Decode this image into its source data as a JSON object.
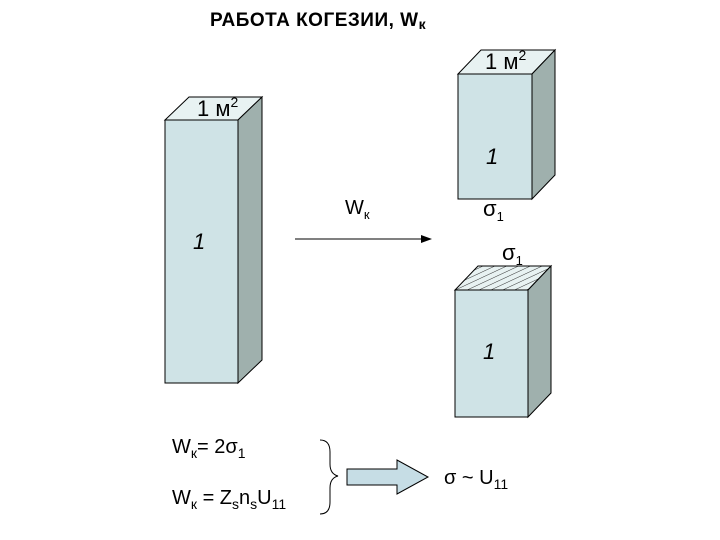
{
  "title": {
    "text": "РАБОТА КОГЕЗИИ, W",
    "sub": "к"
  },
  "left_block": {
    "area_main": "1 м",
    "area_sup": "2",
    "index": "1"
  },
  "right_top_block": {
    "area_main": "1 м",
    "area_sup": "2",
    "index": "1",
    "sigma": "σ",
    "sigma_sub": "1"
  },
  "right_bottom_block": {
    "index": "1",
    "sigma": "σ",
    "sigma_sub": "1"
  },
  "arrow_label": {
    "main": "W",
    "sub": "к"
  },
  "formulas": {
    "f1": {
      "w": "W",
      "w_sub": "к",
      "rest": "= 2σ",
      "rest_sub": "1"
    },
    "f2": {
      "w": "W",
      "w_sub": "к",
      "eq": " = Z",
      "s1": "s",
      "n": "n",
      "s2": "s",
      "u": "U",
      "u_sub": "11"
    }
  },
  "result": {
    "text": "σ ~ U",
    "sub": "11"
  },
  "colors": {
    "face": "#cfe3e6",
    "side": "#9fb0ad",
    "top": "#e8f2f2",
    "stroke": "#000000",
    "arrow_fill": "#c6dde5"
  }
}
